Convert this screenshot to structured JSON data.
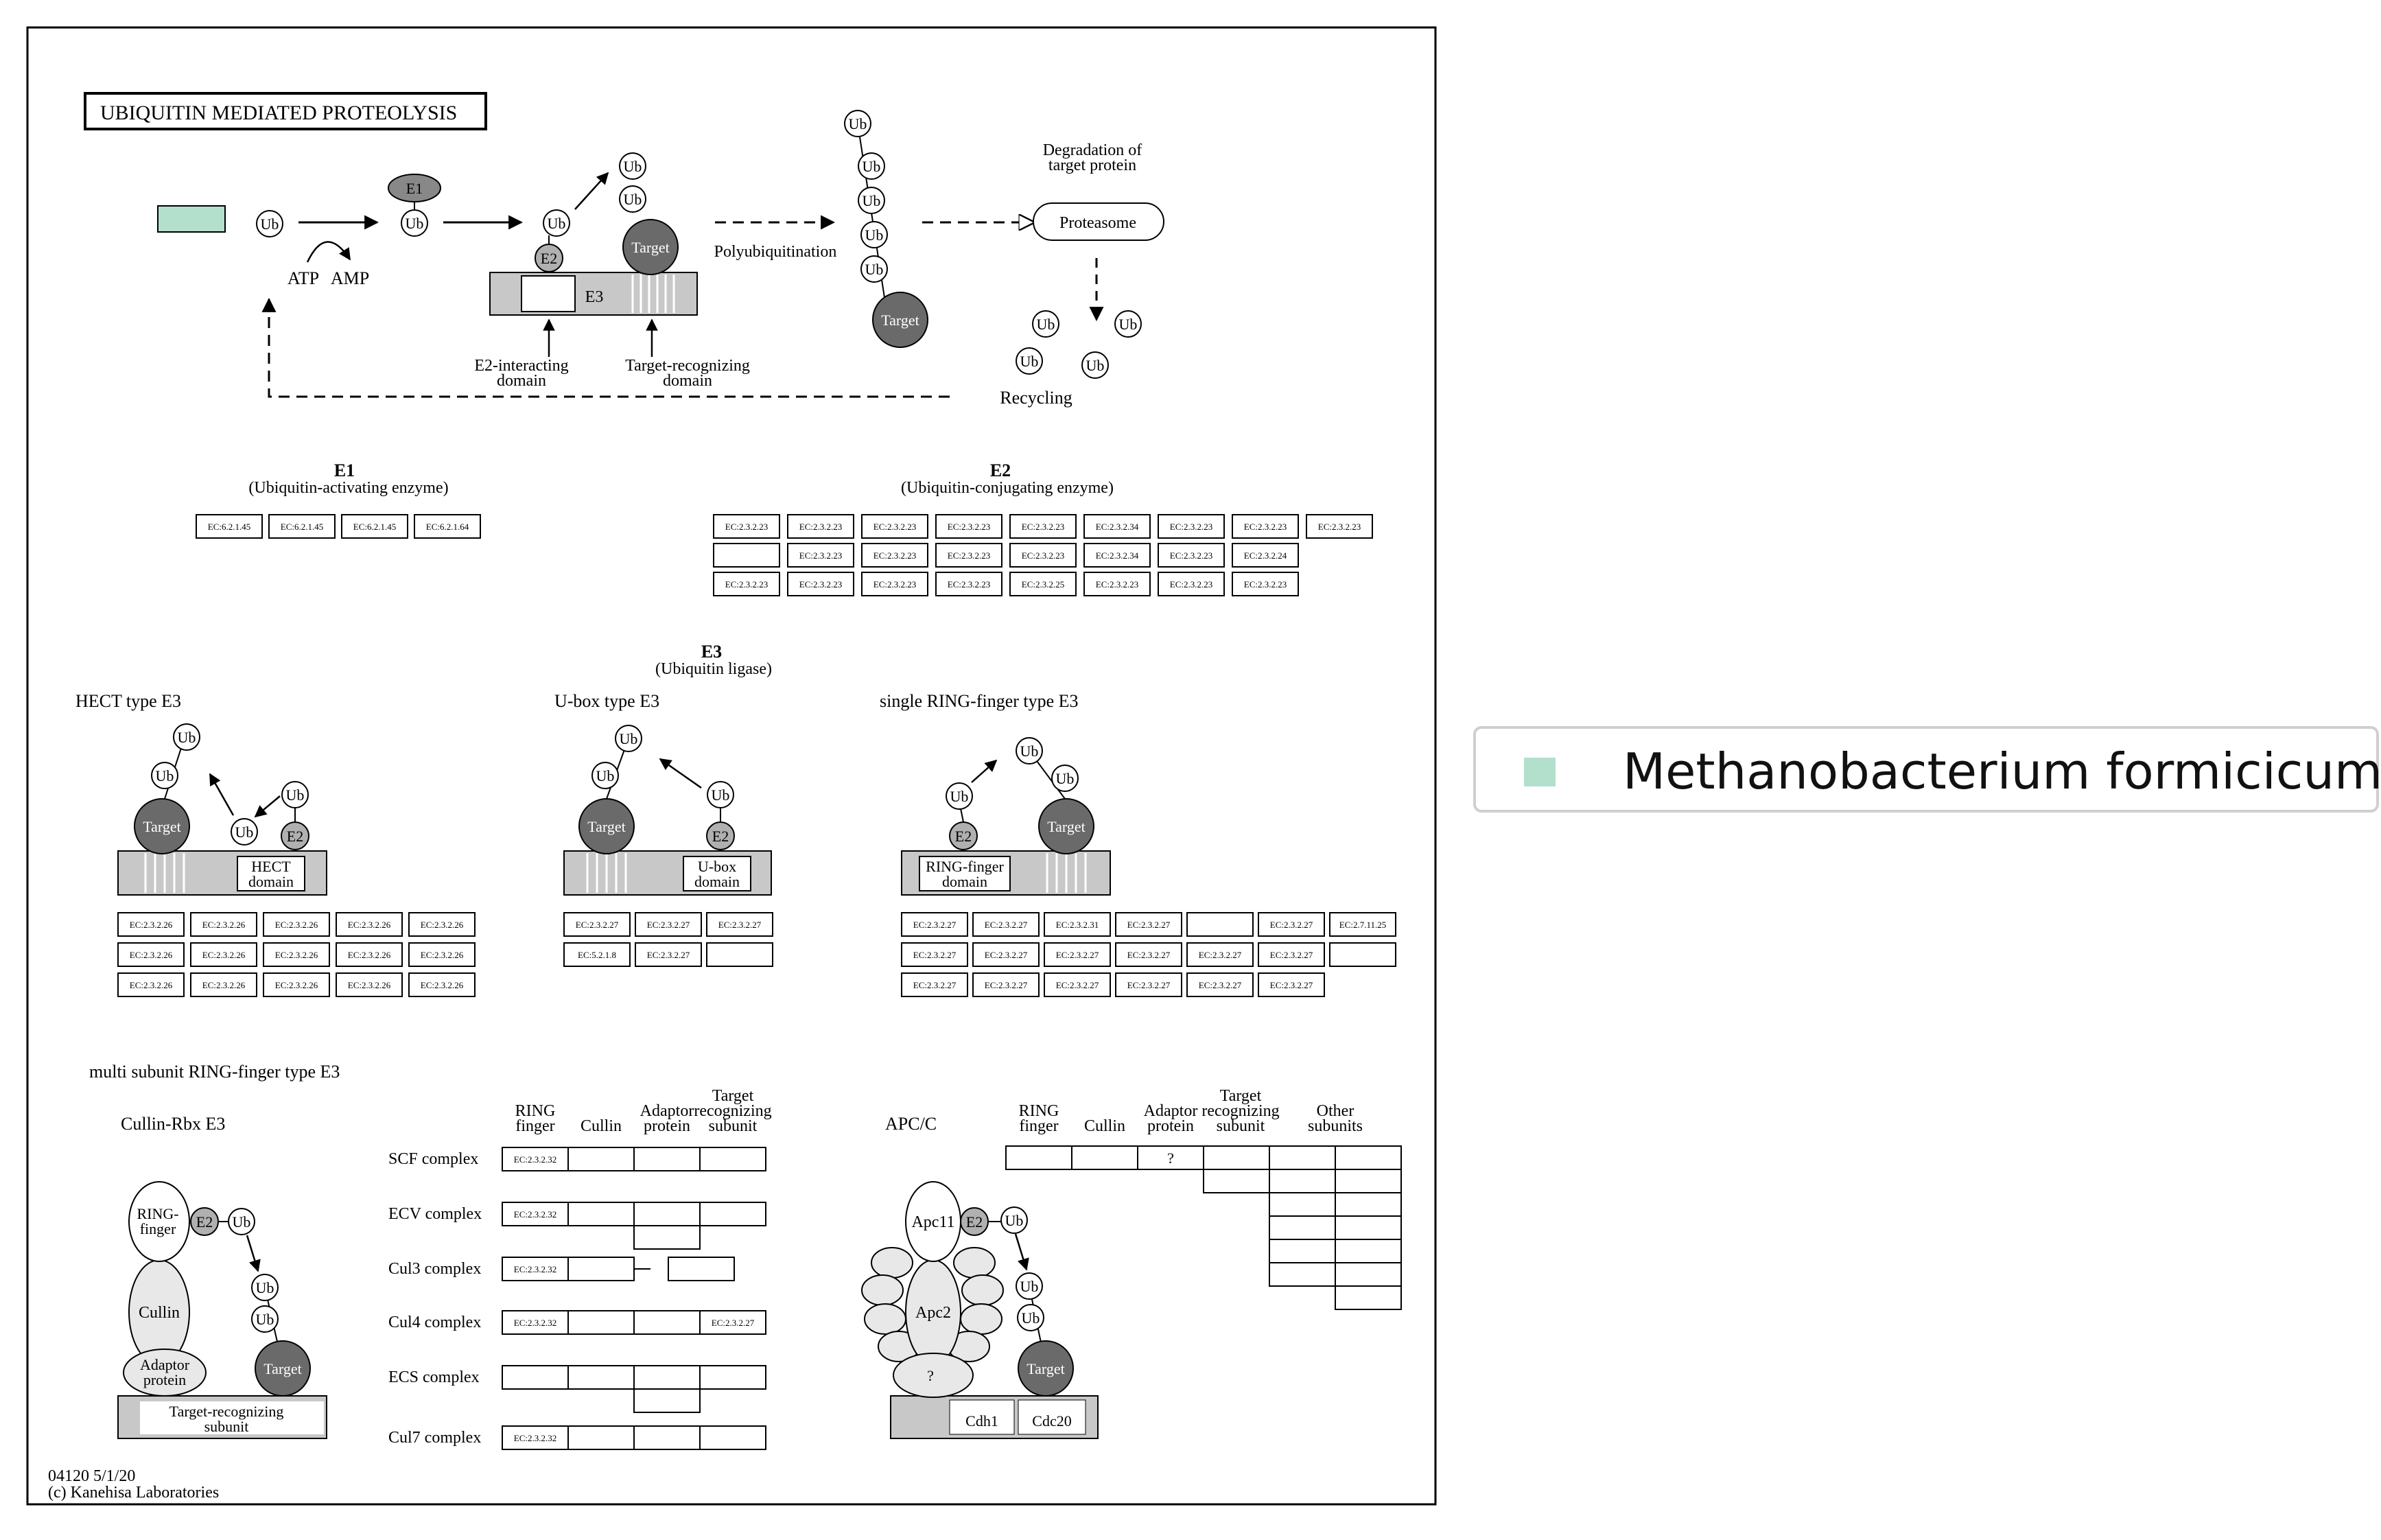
{
  "legend": {
    "label": "Methanobacterium formicicum",
    "color": "#b3e0cd"
  },
  "colors": {
    "highlight": "#b3e0cd",
    "target": "#6a6a6a",
    "e2": "#b0b0b0",
    "bar": "#c8c8c8",
    "cullin": "#e8e8e8"
  },
  "map": {
    "title": "UBIQUITIN MEDIATED PROTEOLYSIS",
    "ub": "Ub",
    "e1": "E1",
    "e2": "E2",
    "e3": "E3",
    "target": "Target",
    "atp": "ATP",
    "amp": "AMP",
    "polyub": "Polyubiquitination",
    "degradation": [
      "Degradation of",
      "target protein"
    ],
    "proteasome": "Proteasome",
    "recycling": "Recycling",
    "e2_domain": [
      "E2-interacting",
      "domain"
    ],
    "target_domain": [
      "Target-recognizing",
      "domain"
    ],
    "footer_id": "04120 5/1/20",
    "footer_copy": "(c) Kanehisa Laboratories"
  },
  "e1_section": {
    "title": "E1",
    "subtitle": "(Ubiquitin-activating enzyme)",
    "rows": [
      [
        "EC:6.2.1.45",
        "EC:6.2.1.45",
        "EC:6.2.1.45",
        "EC:6.2.1.64"
      ]
    ]
  },
  "e2_section": {
    "title": "E2",
    "subtitle": "(Ubiquitin-conjugating enzyme)",
    "rows": [
      [
        "EC:2.3.2.23",
        "EC:2.3.2.23",
        "EC:2.3.2.23",
        "EC:2.3.2.23",
        "EC:2.3.2.23",
        "EC:2.3.2.34",
        "EC:2.3.2.23",
        "EC:2.3.2.23",
        "EC:2.3.2.23"
      ],
      [
        "",
        "EC:2.3.2.23",
        "EC:2.3.2.23",
        "EC:2.3.2.23",
        "EC:2.3.2.23",
        "EC:2.3.2.34",
        "EC:2.3.2.23",
        "EC:2.3.2.24"
      ],
      [
        "EC:2.3.2.23",
        "EC:2.3.2.23",
        "EC:2.3.2.23",
        "EC:2.3.2.23",
        "EC:2.3.2.25",
        "EC:2.3.2.23",
        "EC:2.3.2.23",
        "EC:2.3.2.23"
      ]
    ]
  },
  "e3_section": {
    "title": "E3",
    "subtitle": "(Ubiquitin ligase)"
  },
  "hect": {
    "title": "HECT type E3",
    "domain": [
      "HECT",
      "domain"
    ],
    "rows": [
      [
        "EC:2.3.2.26",
        "EC:2.3.2.26",
        "EC:2.3.2.26",
        "EC:2.3.2.26",
        "EC:2.3.2.26"
      ],
      [
        "EC:2.3.2.26",
        "EC:2.3.2.26",
        "EC:2.3.2.26",
        "EC:2.3.2.26",
        "EC:2.3.2.26"
      ],
      [
        "EC:2.3.2.26",
        "EC:2.3.2.26",
        "EC:2.3.2.26",
        "EC:2.3.2.26",
        "EC:2.3.2.26"
      ]
    ]
  },
  "ubox": {
    "title": "U-box type E3",
    "domain": [
      "U-box",
      "domain"
    ],
    "rows": [
      [
        "EC:2.3.2.27",
        "EC:2.3.2.27",
        "EC:2.3.2.27"
      ],
      [
        "EC:5.2.1.8",
        "EC:2.3.2.27",
        ""
      ]
    ]
  },
  "ring": {
    "title": "single RING-finger type E3",
    "domain": [
      "RING-finger",
      "domain"
    ],
    "rows": [
      [
        "EC:2.3.2.27",
        "EC:2.3.2.27",
        "EC:2.3.2.31",
        "EC:2.3.2.27",
        "",
        "EC:2.3.2.27",
        "EC:2.7.11.25"
      ],
      [
        "EC:2.3.2.27",
        "EC:2.3.2.27",
        "EC:2.3.2.27",
        "EC:2.3.2.27",
        "EC:2.3.2.27",
        "EC:2.3.2.27",
        ""
      ],
      [
        "EC:2.3.2.27",
        "EC:2.3.2.27",
        "EC:2.3.2.27",
        "EC:2.3.2.27",
        "EC:2.3.2.27",
        "EC:2.3.2.27"
      ]
    ]
  },
  "multi": {
    "title": "multi subunit RING-finger type E3",
    "cullin_rbx": "Cullin-Rbx E3",
    "apc": "APC/C",
    "col_headers": [
      [
        "RING",
        "finger"
      ],
      [
        "Cullin"
      ],
      [
        "Adaptor",
        "protein"
      ],
      [
        "Target",
        "recognizing",
        "subunit"
      ],
      [
        "Other",
        "subunits"
      ]
    ],
    "complexes": [
      {
        "name": "SCF complex",
        "cells": [
          "EC:2.3.2.32",
          "",
          "",
          ""
        ]
      },
      {
        "name": "ECV complex",
        "cells": [
          "EC:2.3.2.32",
          "",
          "",
          ""
        ]
      },
      {
        "name": "Cul3 complex",
        "cells": [
          "EC:2.3.2.32",
          "",
          "",
          ""
        ]
      },
      {
        "name": "Cul4 complex",
        "cells": [
          "EC:2.3.2.32",
          "",
          "",
          "EC:2.3.2.27"
        ]
      },
      {
        "name": "ECS complex",
        "cells": [
          "",
          "",
          "",
          ""
        ]
      },
      {
        "name": "Cul7 complex",
        "cells": [
          "EC:2.3.2.32",
          "",
          "",
          ""
        ]
      }
    ],
    "apc_cells": [
      "",
      "",
      "?"
    ],
    "ring_finger_label": [
      "RING-",
      "finger"
    ],
    "cullin_label": "Cullin",
    "adaptor_label": [
      "Adaptor",
      "protein"
    ],
    "trs_label": [
      "Target-recognizing",
      "subunit"
    ],
    "apc11": "Apc11",
    "apc2": "Apc2",
    "question": "?",
    "cdh1": "Cdh1",
    "cdc20": "Cdc20"
  }
}
